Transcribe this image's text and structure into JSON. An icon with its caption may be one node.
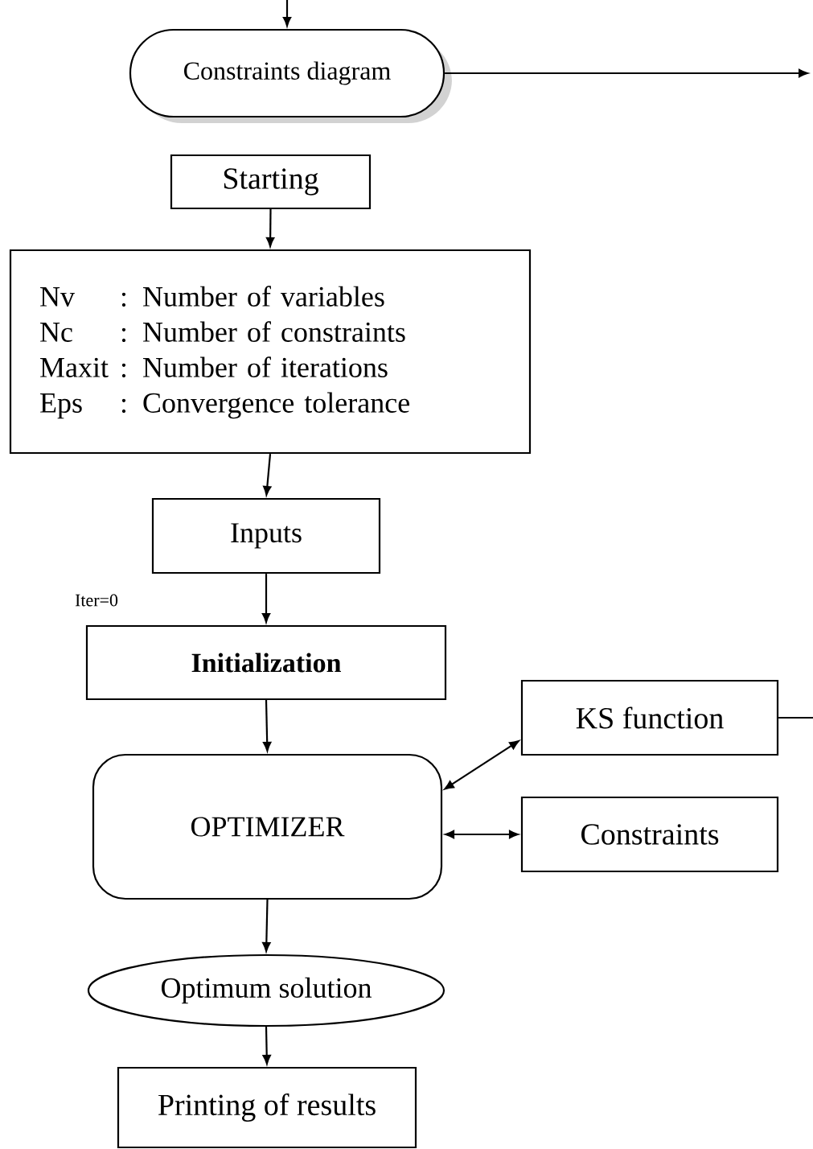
{
  "diagram": {
    "nodes": [
      {
        "text": [
          "Constraints diagram"
        ]
      },
      {
        "text": [
          "Starting"
        ]
      },
      {
        "text": [
          "Nv",
          ": Number of variables",
          "Nc",
          ": Number of constraints",
          "Maxit",
          ": Number of iterations",
          "Eps",
          ": Convergence tolerance"
        ]
      },
      {
        "text": [
          "Inputs"
        ]
      },
      {
        "text": [
          "Initialization"
        ]
      },
      {
        "text": [
          "OPTIMIZER"
        ]
      },
      {
        "text": [
          "KS function"
        ]
      },
      {
        "text": [
          "Constraints"
        ]
      },
      {
        "text": [
          "Optimum solution"
        ]
      },
      {
        "text": [
          "Printing of results"
        ]
      }
    ],
    "edges": [
      {
        "from": null,
        "to": 0,
        "arrow": "to"
      },
      {
        "from": 0,
        "to": null,
        "arrow": "to"
      },
      {
        "from": 1,
        "to": 2,
        "arrow": "to"
      },
      {
        "from": 2,
        "to": 3,
        "arrow": "to"
      },
      {
        "from": 3,
        "to": 4,
        "arrow": "to"
      },
      {
        "from": 4,
        "to": 5,
        "arrow": "to"
      },
      {
        "from": 5,
        "to": 6,
        "arrow": "both"
      },
      {
        "from": 5,
        "to": 7,
        "arrow": "both"
      },
      {
        "from": 5,
        "to": 8,
        "arrow": "to"
      },
      {
        "from": 8,
        "to": 9,
        "arrow": "to"
      },
      {
        "from": 6,
        "to": null,
        "arrow": "none"
      }
    ],
    "labels": [
      "Iter=0"
    ]
  }
}
